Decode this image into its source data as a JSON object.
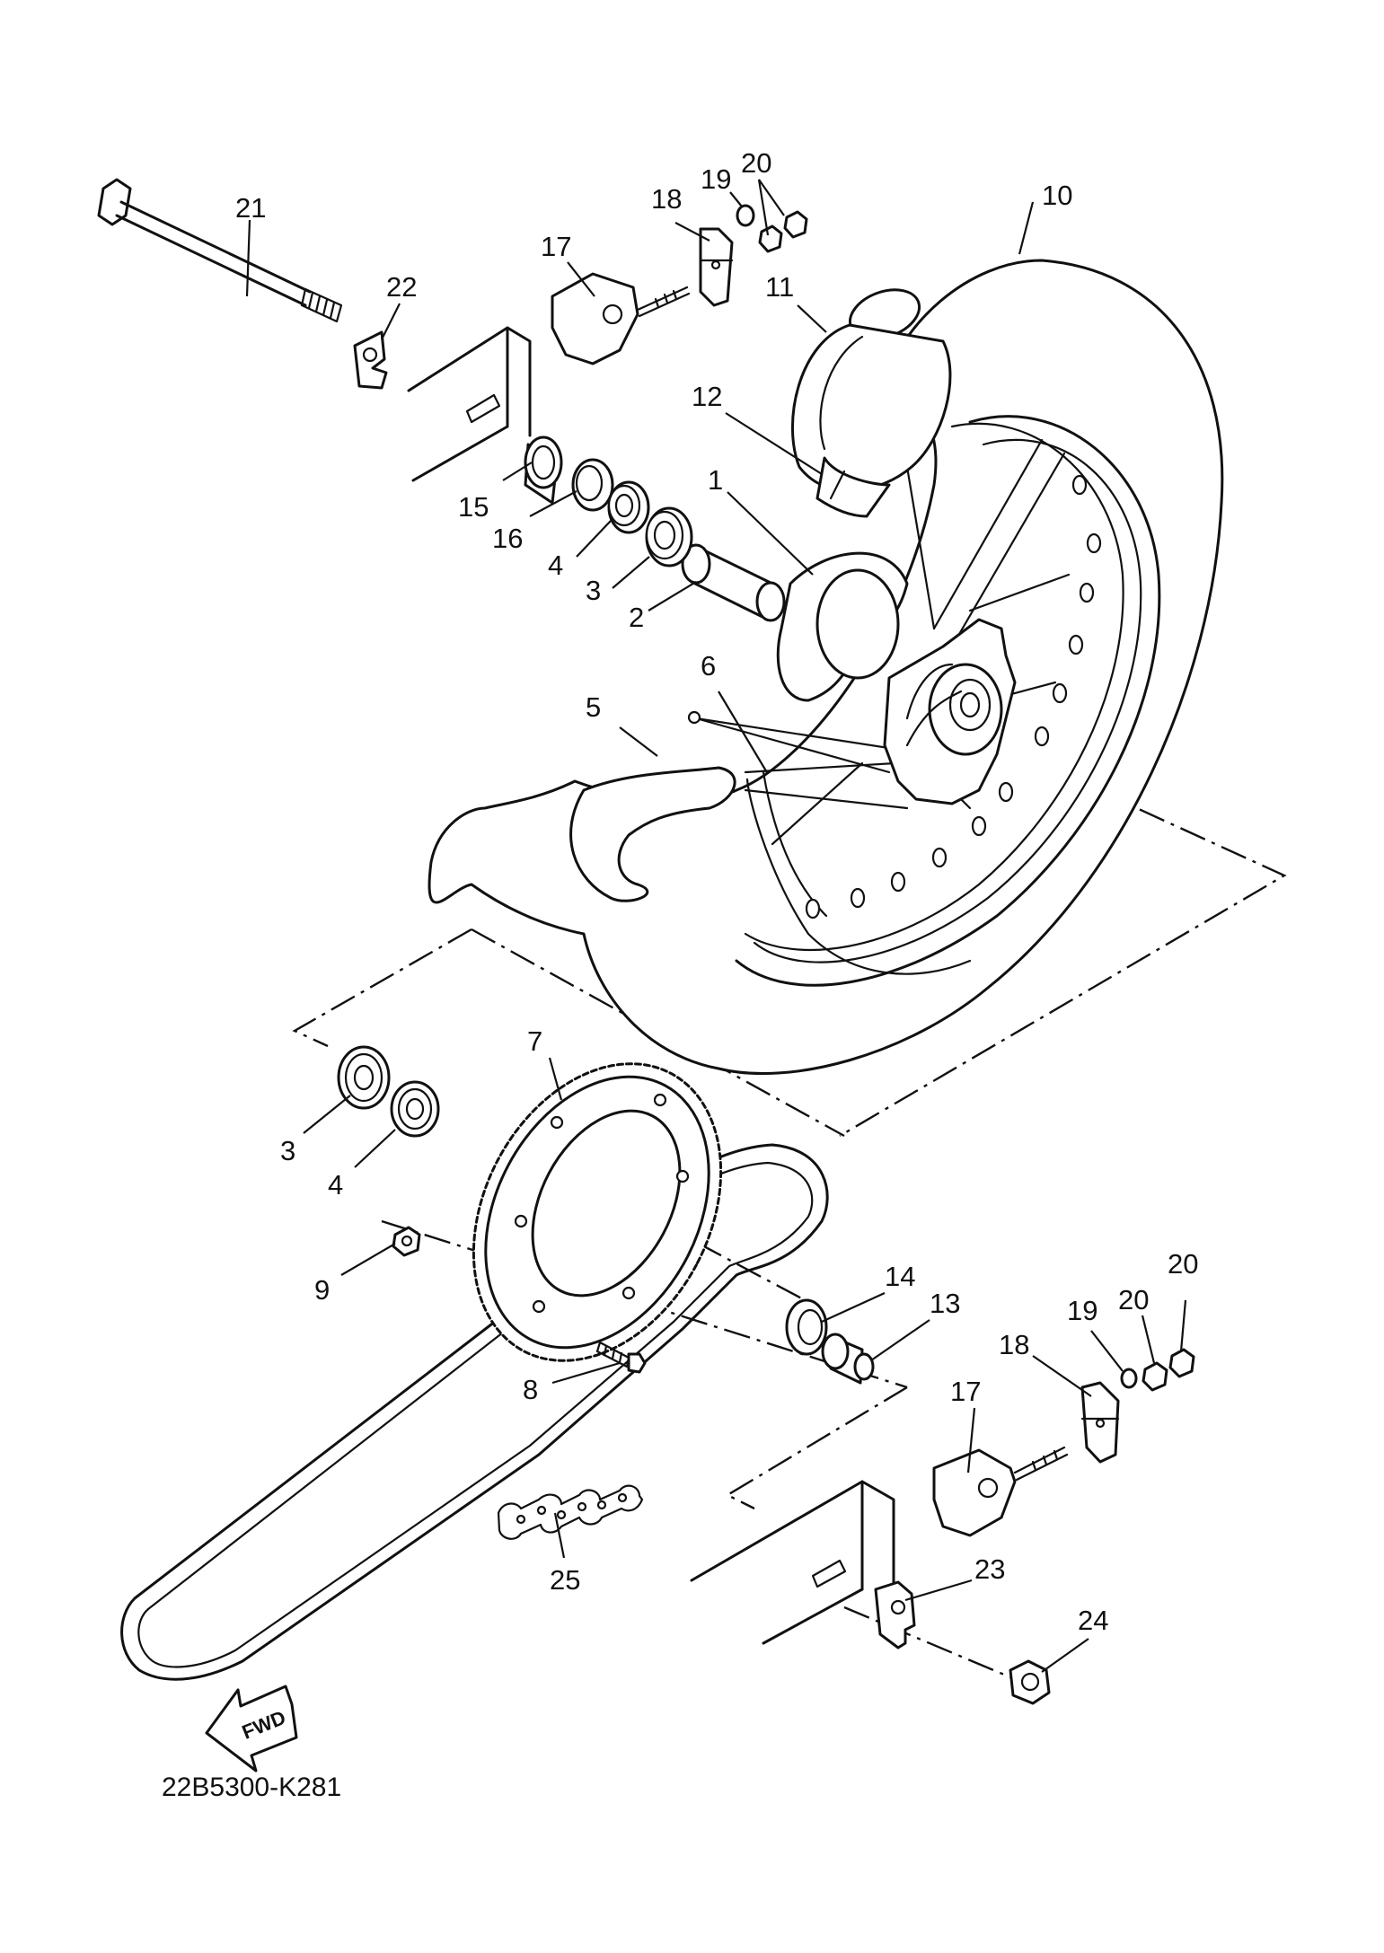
{
  "diagram_code": "22B5300-K281",
  "fwd_label": "FWD",
  "callouts": [
    {
      "id": "c1",
      "label": "1"
    },
    {
      "id": "c2",
      "label": "2"
    },
    {
      "id": "c3a",
      "label": "3"
    },
    {
      "id": "c3b",
      "label": "3"
    },
    {
      "id": "c4a",
      "label": "4"
    },
    {
      "id": "c4b",
      "label": "4"
    },
    {
      "id": "c5",
      "label": "5"
    },
    {
      "id": "c6",
      "label": "6"
    },
    {
      "id": "c7",
      "label": "7"
    },
    {
      "id": "c8",
      "label": "8"
    },
    {
      "id": "c9",
      "label": "9"
    },
    {
      "id": "c10",
      "label": "10"
    },
    {
      "id": "c11",
      "label": "11"
    },
    {
      "id": "c12",
      "label": "12"
    },
    {
      "id": "c13",
      "label": "13"
    },
    {
      "id": "c14",
      "label": "14"
    },
    {
      "id": "c15",
      "label": "15"
    },
    {
      "id": "c16",
      "label": "16"
    },
    {
      "id": "c17a",
      "label": "17"
    },
    {
      "id": "c17b",
      "label": "17"
    },
    {
      "id": "c18a",
      "label": "18"
    },
    {
      "id": "c18b",
      "label": "18"
    },
    {
      "id": "c19a",
      "label": "19"
    },
    {
      "id": "c19b",
      "label": "19"
    },
    {
      "id": "c20a",
      "label": "20"
    },
    {
      "id": "c20b",
      "label": "20"
    },
    {
      "id": "c20c",
      "label": "20"
    },
    {
      "id": "c21",
      "label": "21"
    },
    {
      "id": "c22",
      "label": "22"
    },
    {
      "id": "c23",
      "label": "23"
    },
    {
      "id": "c24",
      "label": "24"
    },
    {
      "id": "c25",
      "label": "25"
    }
  ]
}
